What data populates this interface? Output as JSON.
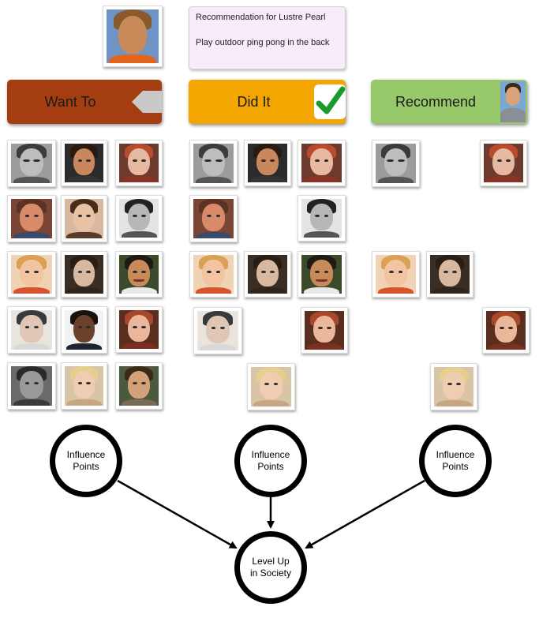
{
  "recommendation": {
    "title": "Recommendation for  Lustre Pearl",
    "message": "Play outdoor ping pong in the back"
  },
  "columns": [
    {
      "label": "Want To",
      "color": "#a43d0f",
      "icon": "back-arrow-icon"
    },
    {
      "label": "Did It",
      "color": "#f3a600",
      "icon": "checkmark-icon"
    },
    {
      "label": "Recommend",
      "color": "#97c86a",
      "icon": "avatar-icon"
    }
  ],
  "nodes": {
    "influence_1": {
      "line1": "Influence",
      "line2": "Points"
    },
    "influence_2": {
      "line1": "Influence",
      "line2": "Points"
    },
    "influence_3": {
      "line1": "Influence",
      "line2": "Points"
    },
    "level_up": {
      "line1": "Level Up",
      "line2": "in Society"
    }
  }
}
